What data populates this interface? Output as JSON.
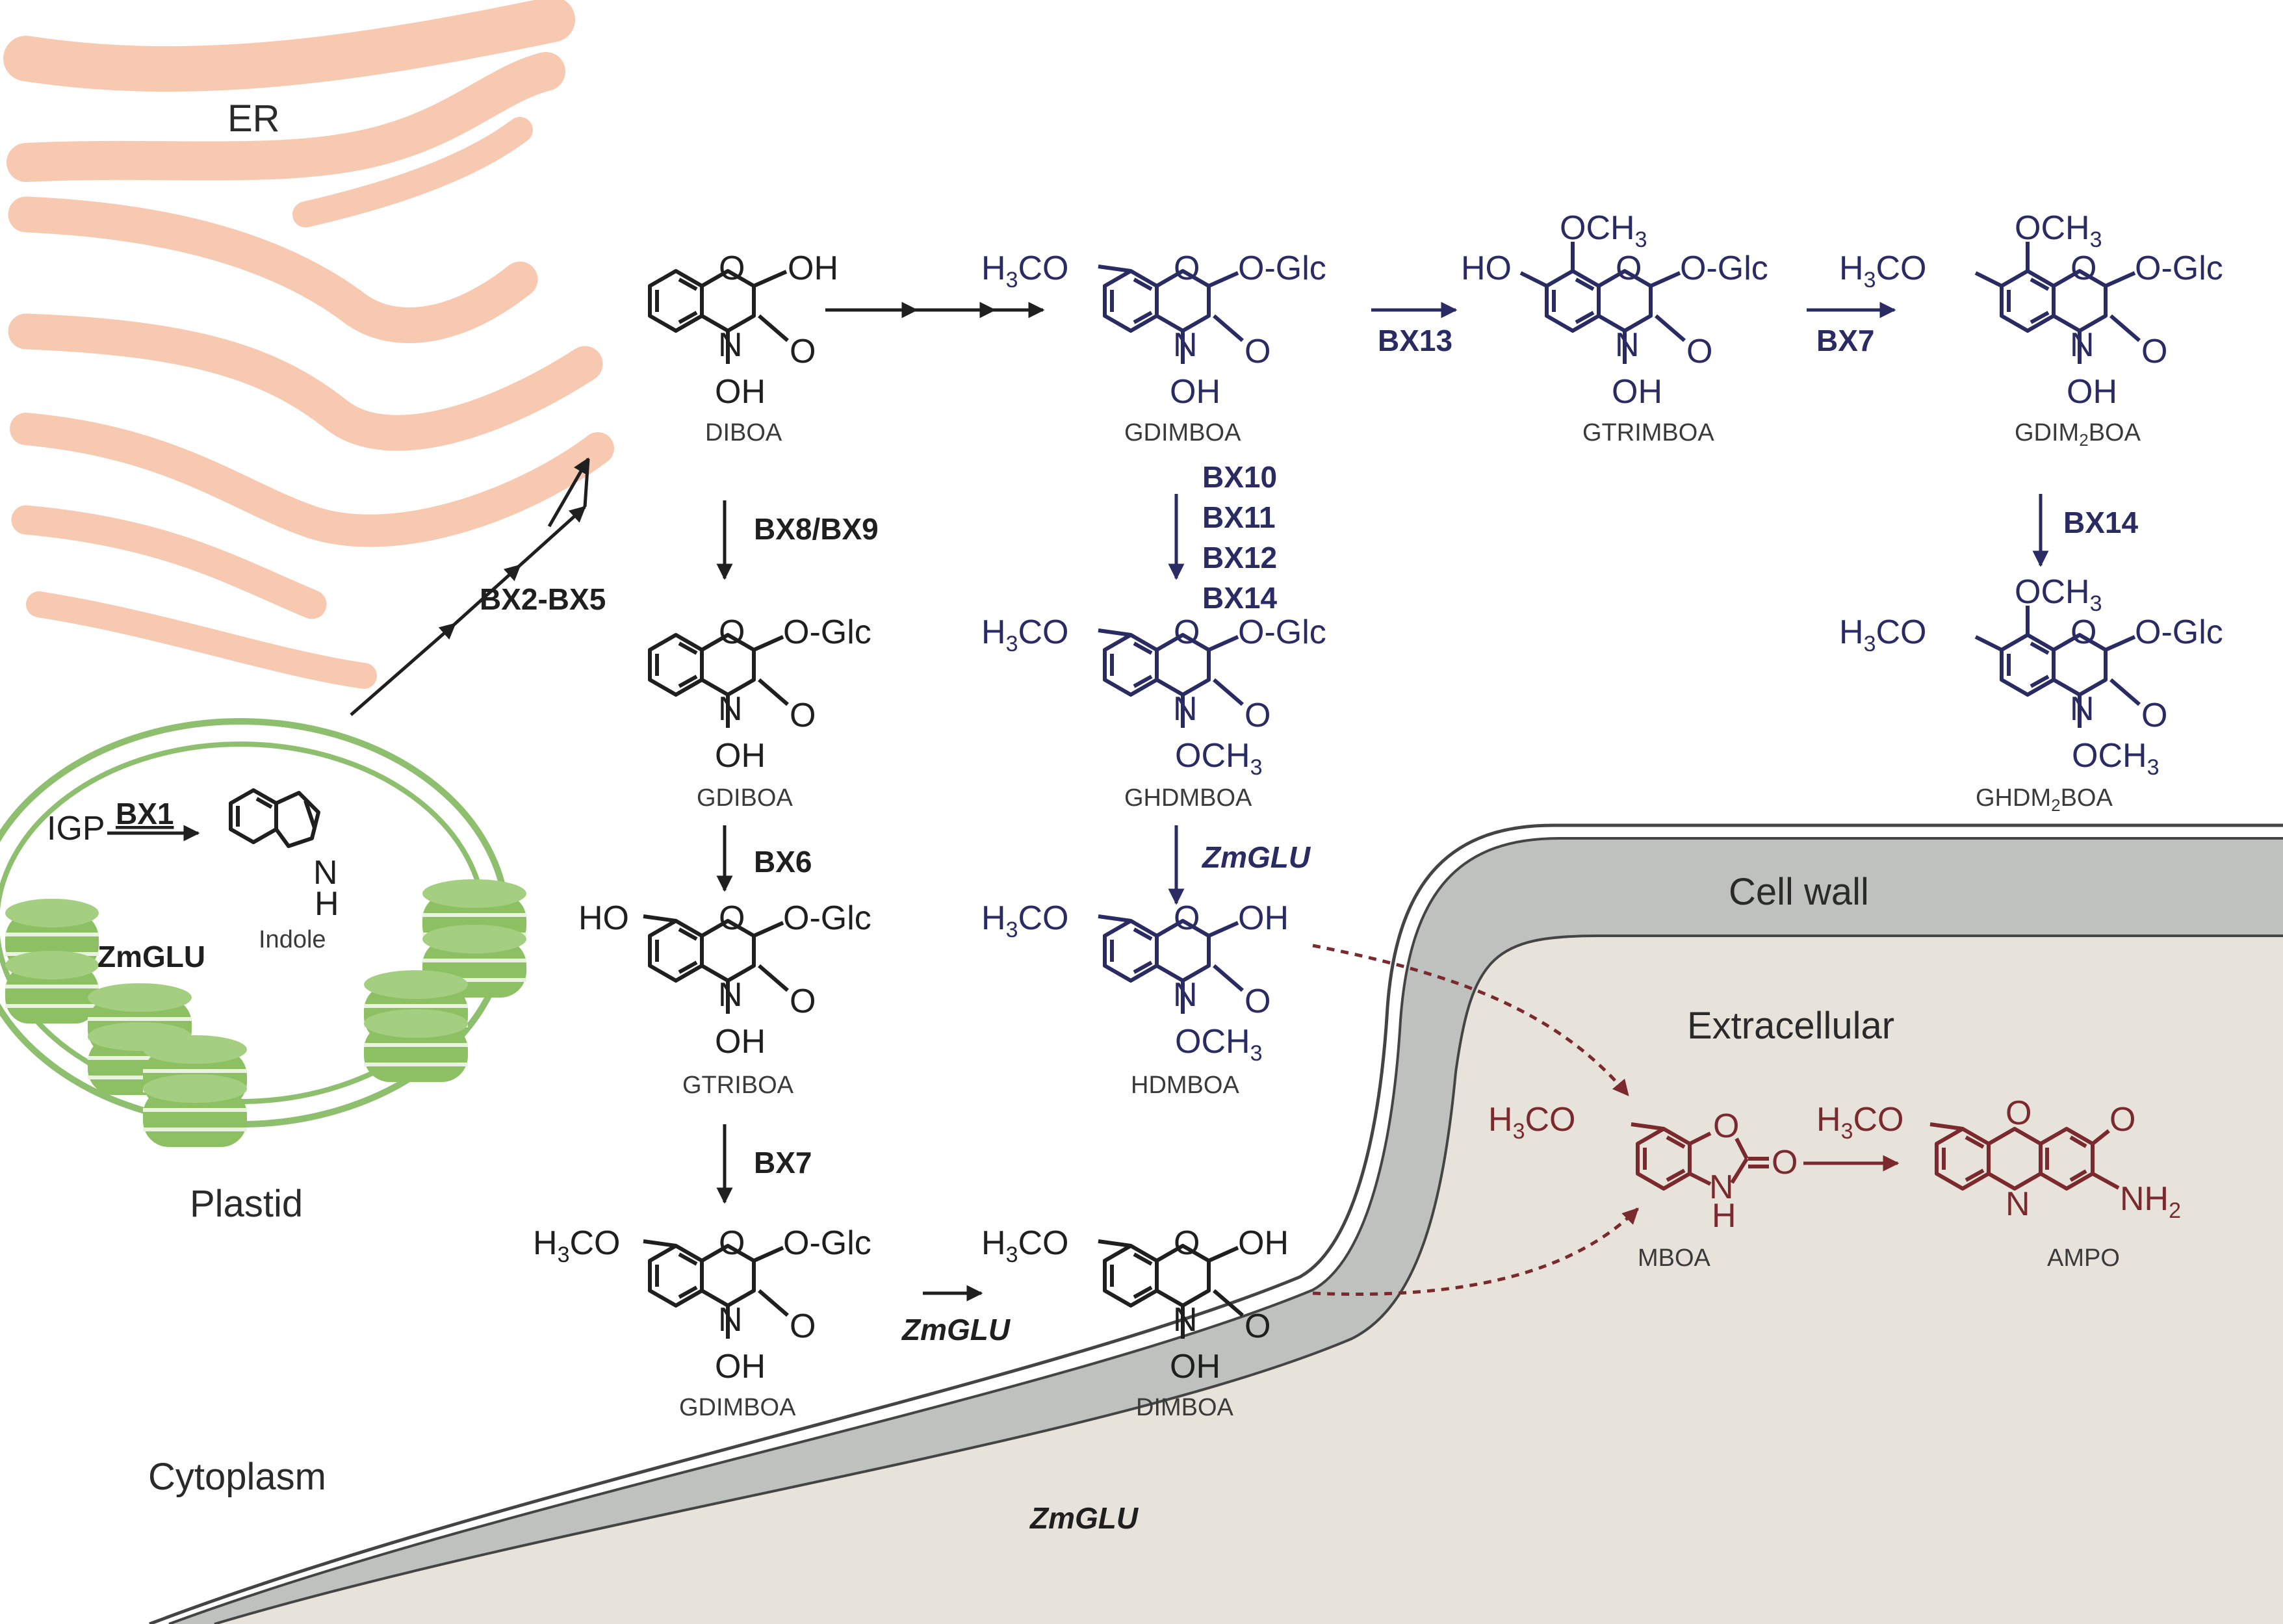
{
  "compartments": {
    "er": "ER",
    "plastid": "Plastid",
    "cytoplasm": "Cytoplasm",
    "cell_wall": "Cell wall",
    "extracellular": "Extracellular"
  },
  "colors": {
    "er_fill": "#f8c9b1",
    "plastid_stroke": "#8dbf6e",
    "thylakoid": "#8dc063",
    "cell_wall_fill": "#bfc1be",
    "extracellular_fill": "#e7e2da",
    "black_pathway": "#1f1f1f",
    "navy_pathway": "#2b2b63",
    "red_pathway": "#7a2a2e"
  },
  "plastid": {
    "substrate": "IGP",
    "enzyme": "BX1",
    "product_atom": "N",
    "product_h": "H",
    "product_name": "Indole",
    "glucosidase": "ZmGLU"
  },
  "enzymes": {
    "bx2_bx5": "BX2-BX5",
    "bx8_bx9": "BX8/BX9",
    "bx6": "BX6",
    "bx7_black": "BX7",
    "bx10": "BX10",
    "bx11": "BX11",
    "bx12": "BX12",
    "bx14_mid": "BX14",
    "bx13": "BX13",
    "bx7_navy": "BX7",
    "bx14_right": "BX14",
    "zmglu_mid": "ZmGLU",
    "zmglu_bottom": "ZmGLU",
    "zmglu_wall": "ZmGLU"
  },
  "compounds": {
    "diboa": "DIBOA",
    "gdiboa": "GDIBOA",
    "gtriboa": "GTRIBOA",
    "gdimboa_black": "GDIMBOA",
    "dimboa": "DIMBOA",
    "gdimboa_navy": "GDIMBOA",
    "ghdmboa": "GHDMBOA",
    "hdmboa": "HDMBOA",
    "gtrimboa": "GTRIMBOA",
    "gdim2boa": "GDIM",
    "gdim2boa_sub": "2",
    "gdim2boa_end": "BOA",
    "ghdm2boa": "GHDM",
    "ghdm2boa_sub": "2",
    "ghdm2boa_end": "BOA",
    "mboa": "MBOA",
    "ampo": "AMPO"
  },
  "atoms": {
    "O": "O",
    "N": "N",
    "OH": "OH",
    "OGlc": "O-Glc",
    "OCH3": "OCH",
    "sub3": "3",
    "H3CO": "H",
    "H3CO_mid": "C",
    "HO": "HO",
    "H": "H",
    "NH2": "NH",
    "sub2": "2"
  }
}
